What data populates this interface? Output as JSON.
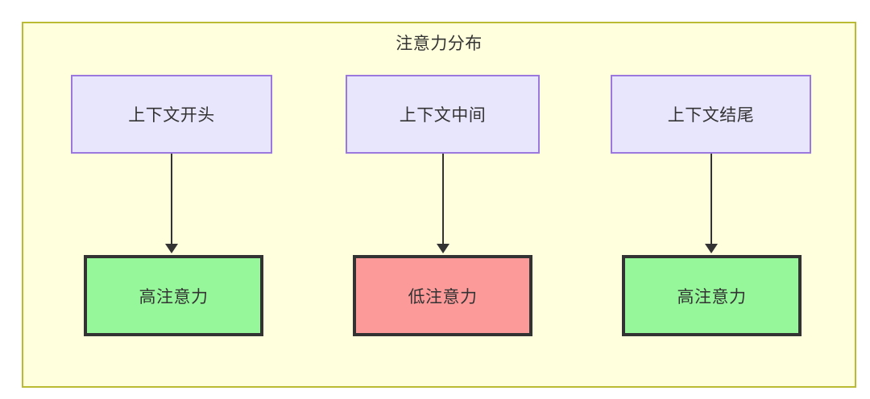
{
  "diagram": {
    "title": "注意力分布",
    "frame_fill": "#ffffdd",
    "frame_stroke": "#bbbb33",
    "source_fill": "#e8e6fd",
    "source_stroke": "#9a78dd",
    "high_fill": "#96f79a",
    "low_fill": "#fc9a9a",
    "result_stroke": "#333333",
    "edge_color": "#333333",
    "columns": [
      {
        "source_label": "上下文开头",
        "result_label": "高注意力",
        "result_level": "high"
      },
      {
        "source_label": "上下文中间",
        "result_label": "低注意力",
        "result_level": "low"
      },
      {
        "source_label": "上下文结尾",
        "result_label": "高注意力",
        "result_level": "high"
      }
    ]
  }
}
